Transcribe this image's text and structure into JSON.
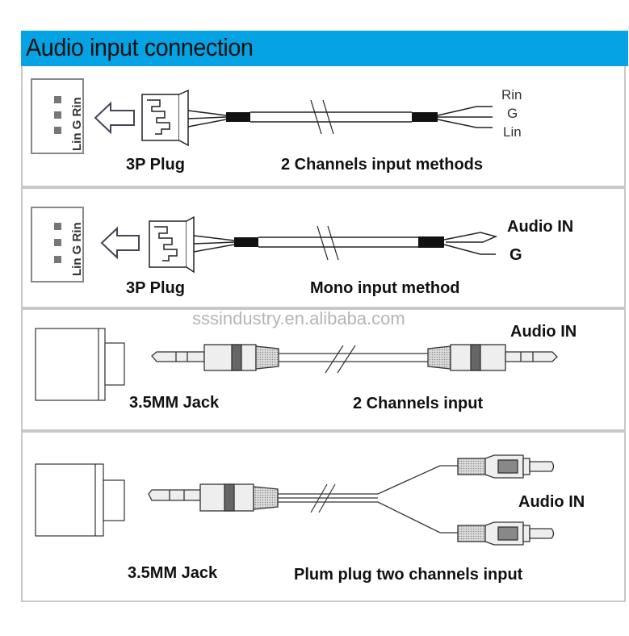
{
  "header": {
    "title": "Audio input connection",
    "color": "#05a3e3"
  },
  "watermark": "sssindustry.en.alibaba.com",
  "sections": [
    {
      "connector_pins": "Lin G Rin",
      "plug_label": "3P Plug",
      "method_label": "2 Channels input methods",
      "wire_labels": [
        "Rin",
        "G",
        "Lin"
      ]
    },
    {
      "connector_pins": "Lin G Rin",
      "plug_label": "3P Plug",
      "method_label": "Mono input method",
      "wire_labels": [
        "Audio IN",
        "G"
      ]
    },
    {
      "plug_label": "3.5MM Jack",
      "method_label": "2 Channels input",
      "end_label": "Audio IN"
    },
    {
      "plug_label": "3.5MM Jack",
      "method_label": "Plum plug two channels input",
      "end_label": "Audio IN"
    }
  ]
}
